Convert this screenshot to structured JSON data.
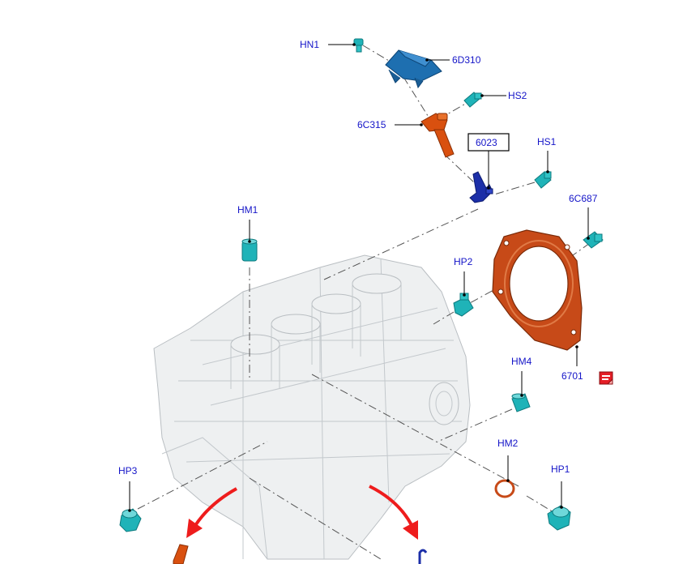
{
  "callouts": {
    "hn1": "HN1",
    "d6d310": "6D310",
    "hs2": "HS2",
    "c6c315": "6C315",
    "p6023": "6023",
    "hs1": "HS1",
    "c6c687": "6C687",
    "hm1": "HM1",
    "hp2": "HP2",
    "hm4": "HM4",
    "p6701": "6701",
    "hm2": "HM2",
    "hp3": "HP3",
    "hp1": "HP1"
  },
  "colors": {
    "label": "#1414c8",
    "cyan_part": "#1fb3b8",
    "orange_part": "#d9500f",
    "blue_part": "#1e6fb0",
    "dark_blue_part": "#1c2fa8",
    "arrow_red": "#ee1c1c",
    "gasket": "#c74a18"
  },
  "icons": {
    "note": "note-icon"
  }
}
